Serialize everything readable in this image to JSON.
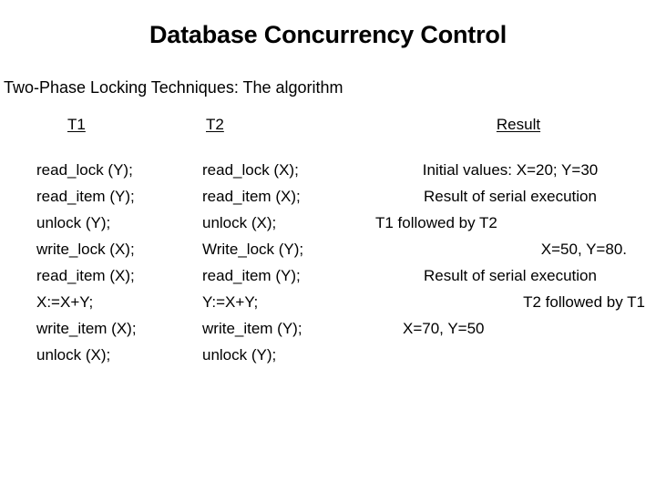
{
  "slide": {
    "title": "Database Concurrency Control",
    "subtitle": "Two-Phase Locking Techniques: The algorithm",
    "background_color": "#ffffff",
    "text_color": "#000000"
  },
  "table": {
    "headers": {
      "t1": "T1",
      "t2": "T2",
      "result": "Result"
    },
    "t1_steps": [
      "read_lock (Y);",
      "read_item (Y);",
      "unlock (Y);",
      "write_lock (X);",
      "read_item (X);",
      "X:=X+Y;",
      "write_item (X);",
      "unlock (X);"
    ],
    "t2_steps": [
      "read_lock (X);",
      "read_item (X);",
      "unlock (X);",
      "Write_lock (Y);",
      "read_item (Y);",
      "Y:=X+Y;",
      "write_item (Y);",
      "unlock (Y);"
    ],
    "result_lines": [
      "Initial values: X=20; Y=30",
      "Result of serial execution",
      "T1 followed by T2",
      "X=50, Y=80.",
      "Result of serial execution",
      "T2 followed by T1",
      "X=70, Y=50"
    ]
  }
}
